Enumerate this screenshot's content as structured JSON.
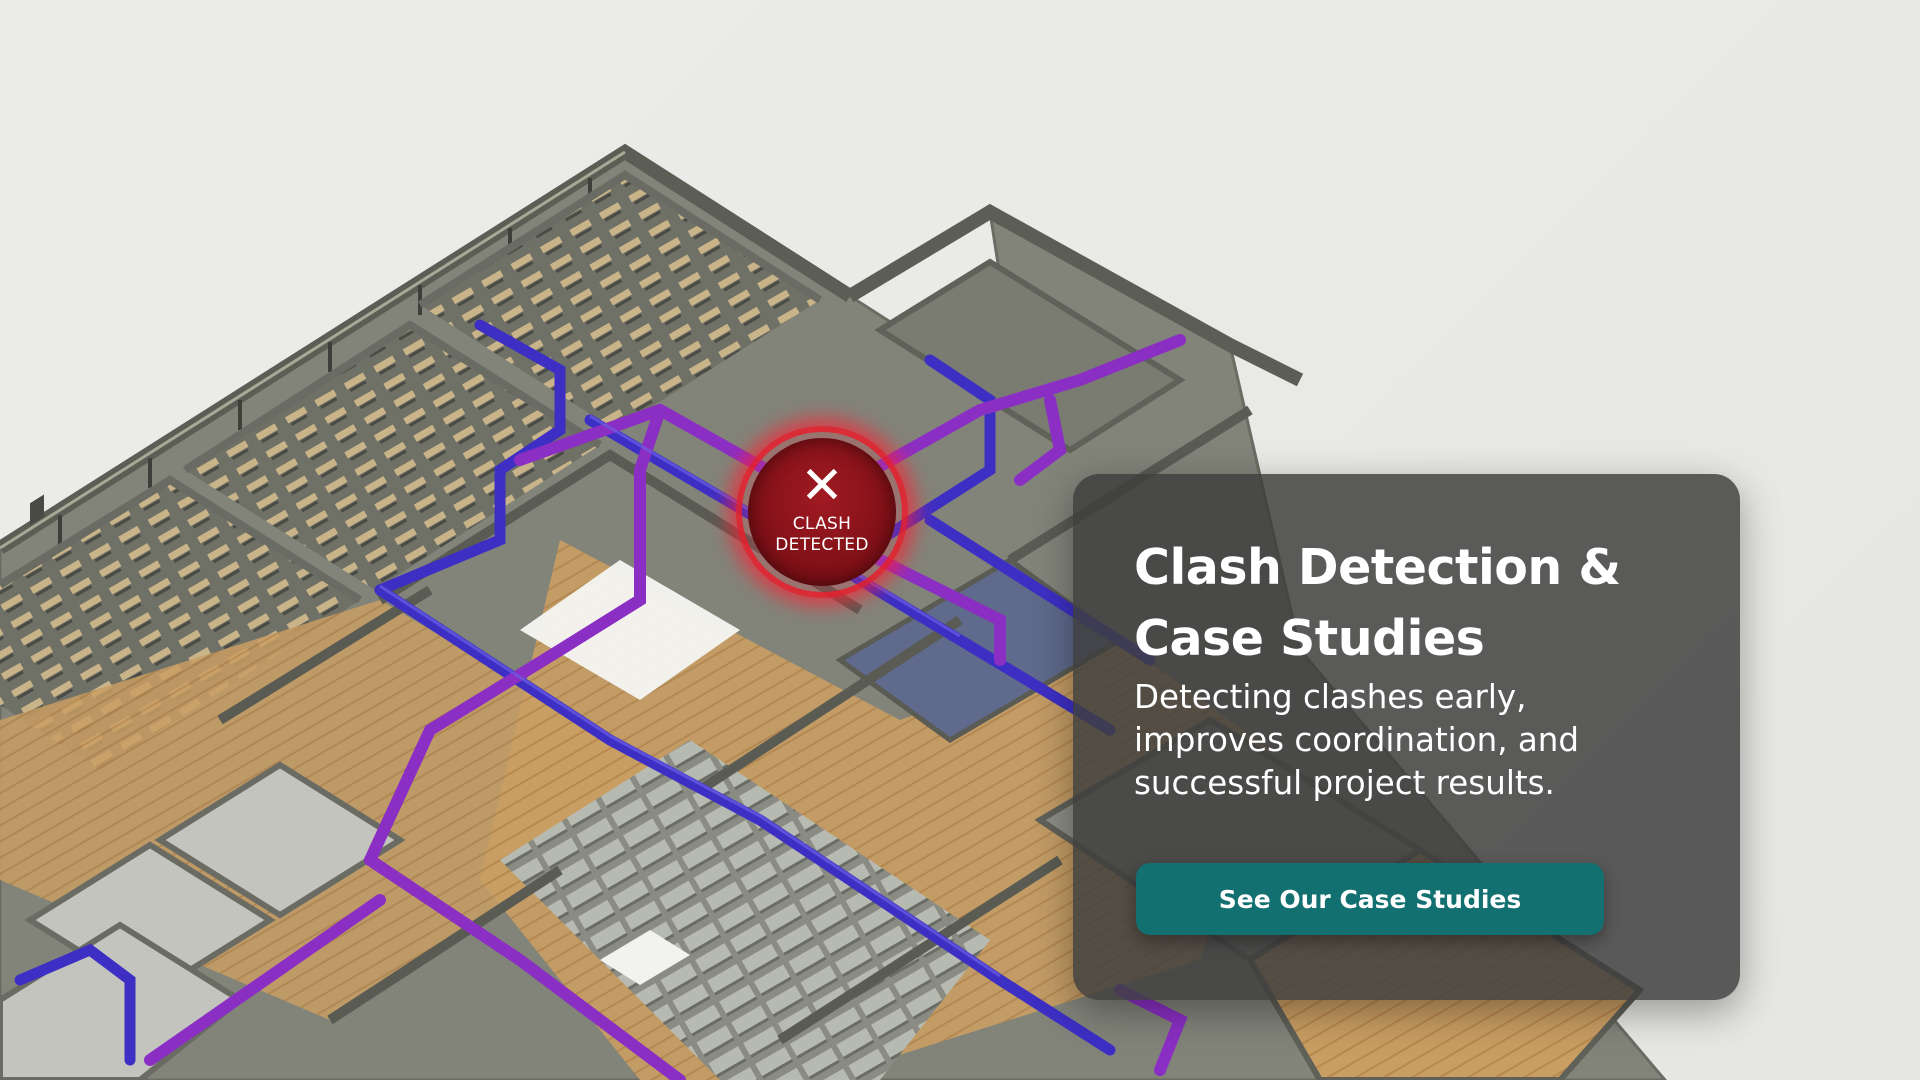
{
  "clash_marker": {
    "icon": "close-x-icon",
    "label_line1": "CLASH",
    "label_line2": "DETECTED",
    "color": "#e61e2d"
  },
  "card": {
    "title": "Clash Detection & Case Studies",
    "body": "Detecting clashes early, improves coordination, and successful project results.",
    "cta_label": "See Our Case Studies",
    "cta_color": "#137070",
    "background": "#3e3e3e"
  },
  "illustration": {
    "subject": "isometric-building-cutaway",
    "pipe_colors": [
      "#3d2fc4",
      "#8b2fc4"
    ]
  }
}
